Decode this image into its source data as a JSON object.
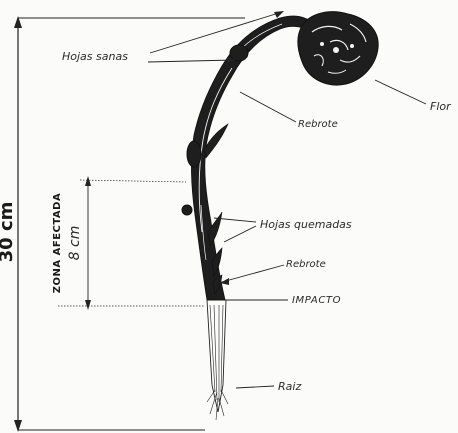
{
  "labels": {
    "total_height": "30 cm",
    "zone_title": "ZONA AFECTADA",
    "zone_size": "8 cm",
    "hojas_sanas": "Hojas sanas",
    "flor": "Flor",
    "rebrote_top": "Rebrote",
    "hojas_quemadas": "Hojas quemadas",
    "rebrote_bottom": "Rebrote",
    "impacto": "IMPACTO",
    "raiz": "Raiz"
  },
  "colors": {
    "ink": "#1e1e1e",
    "paper": "#fbfbfa"
  }
}
